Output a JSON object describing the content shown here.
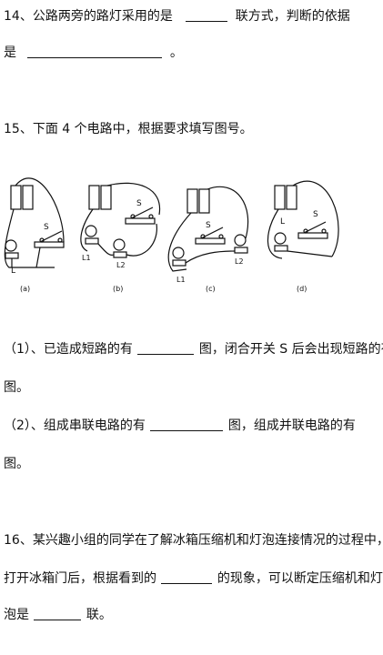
{
  "q14": {
    "line1_a": "14、公路两旁的路灯采用的是",
    "line1_b": "联方式，判断的依据",
    "line2_a": "是",
    "line2_b": "。"
  },
  "q15": {
    "title": "15、下面 4 个电路中，根据要求填写图号。",
    "figure": {
      "labels": {
        "a": "(a)",
        "b": "(b)",
        "c": "(c)",
        "d": "(d)",
        "S": "S",
        "L": "L",
        "L1": "L1",
        "L2": "L2"
      }
    },
    "sub1_a": "（1）、已造成短路的有",
    "sub1_b": "图，闭合开关 S 后会出现短路的有",
    "sub1_c": "图。",
    "sub2_a": "（2）、组成串联电路的有",
    "sub2_b": "图，组成并联电路的有",
    "sub2_c": "图。"
  },
  "q16": {
    "line1": "16、某兴趣小组的同学在了解冰箱压缩机和灯泡连接情况的过程中，",
    "line2_a": "打开冰箱门后，根据看到的",
    "line2_b": "的现象，可以断定压缩机和灯",
    "line3_a": "泡是",
    "line3_b": "联。"
  }
}
